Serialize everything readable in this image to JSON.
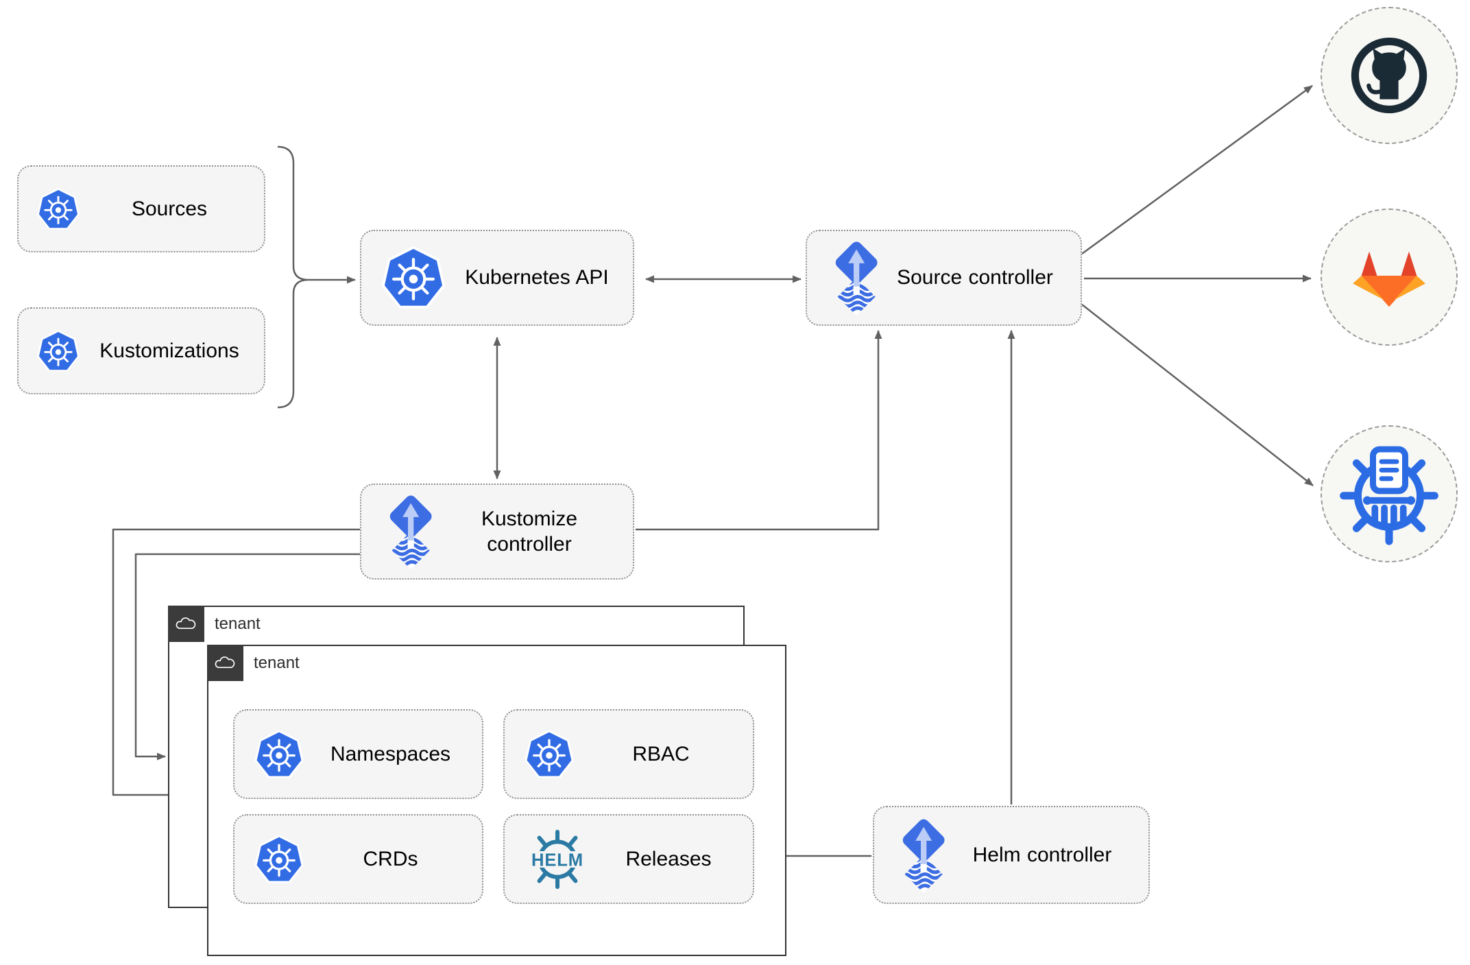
{
  "diagram": {
    "nodes": {
      "sources": {
        "label": "Sources",
        "icon": "kubernetes"
      },
      "kustomizations": {
        "label": "Kustomizations",
        "icon": "kubernetes"
      },
      "kubernetes_api": {
        "label": "Kubernetes API",
        "icon": "kubernetes"
      },
      "source_controller": {
        "label": "Source controller",
        "icon": "flux"
      },
      "kustomize_controller": {
        "label": "Kustomize controller",
        "icon": "flux"
      },
      "helm_controller": {
        "label": "Helm controller",
        "icon": "flux"
      },
      "namespaces": {
        "label": "Namespaces",
        "icon": "kubernetes"
      },
      "rbac": {
        "label": "RBAC",
        "icon": "kubernetes"
      },
      "crds": {
        "label": "CRDs",
        "icon": "kubernetes"
      },
      "releases": {
        "label": "Releases",
        "icon": "helm"
      }
    },
    "helm_logo_text": "HELM",
    "tenant_groups": {
      "outer": {
        "label": "tenant",
        "icon": "cloud"
      },
      "inner": {
        "label": "tenant",
        "icon": "cloud"
      }
    },
    "remotes": {
      "github": {
        "icon": "github-octocat"
      },
      "gitlab": {
        "icon": "gitlab-fox"
      },
      "chartmuseum": {
        "icon": "chartmuseum-columns"
      }
    },
    "colors": {
      "kubernetes_blue": "#326CE5",
      "flux_blue": "#3D6DE2",
      "flux_arrow_light": "#BBCDF6",
      "helm_teal": "#2A7AA4",
      "github_dark": "#1B2B36",
      "gitlab_red_orange": "#E24329",
      "gitlab_orange": "#FC6D26",
      "gitlab_yellow": "#FCA326",
      "chartmuseum_blue": "#2B6CE4",
      "connector_gray": "#616161",
      "node_fill": "#F5F5F5",
      "tenant_label_bg": "#3B3B3B"
    }
  }
}
